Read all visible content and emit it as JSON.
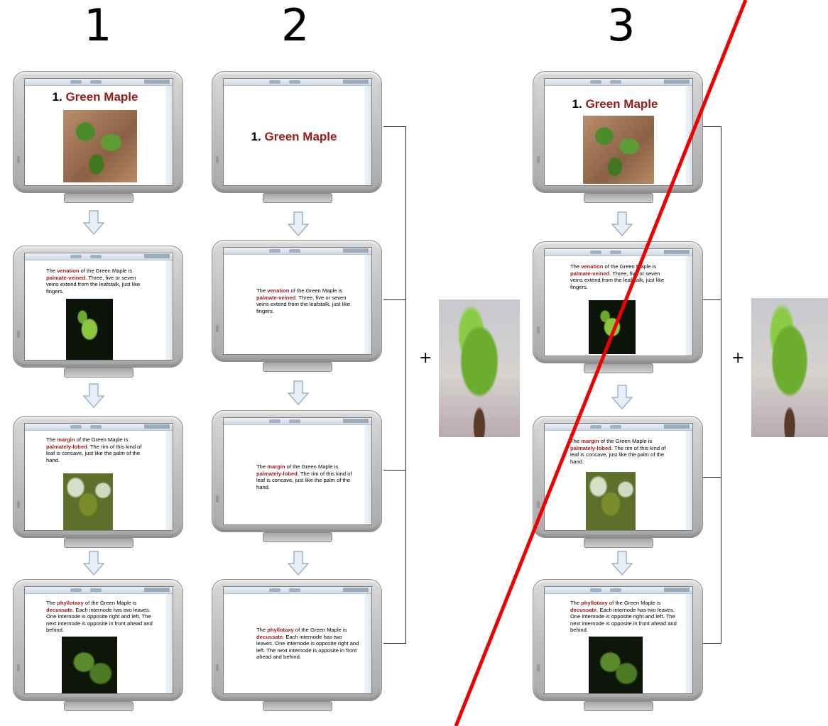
{
  "columns": {
    "c1": "1",
    "c2": "2",
    "c3": "3"
  },
  "slides": {
    "title_number": "1.",
    "title_name": "Green Maple",
    "venation": {
      "pre": "The ",
      "term": "venation",
      "mid": " of the Green Maple is ",
      "key": "palmate-veined",
      "post": ". Three, five or seven veins extend from the leafstalk, just like fingers."
    },
    "margin": {
      "pre": "The ",
      "term": "margin",
      "mid": " of the Green Maple is ",
      "key": "palmately-lobed",
      "post": ". The rim of this kind of leaf is concave, just like the palm of the hand."
    },
    "phyllotaxy": {
      "pre": "The ",
      "term": "phyllotaxy",
      "mid": " of the Green Maple is ",
      "key": "decussate",
      "post": ".  Each internode has two leaves. One internode is opposite right and left. The next internode is opposite in front ahead and behind."
    }
  },
  "plus": "+",
  "colors": {
    "maroon": "#9b1b1b",
    "cross_line": "#ee0000",
    "arrow_fill": "#e6eef7",
    "arrow_stroke": "#9fb3c9"
  }
}
